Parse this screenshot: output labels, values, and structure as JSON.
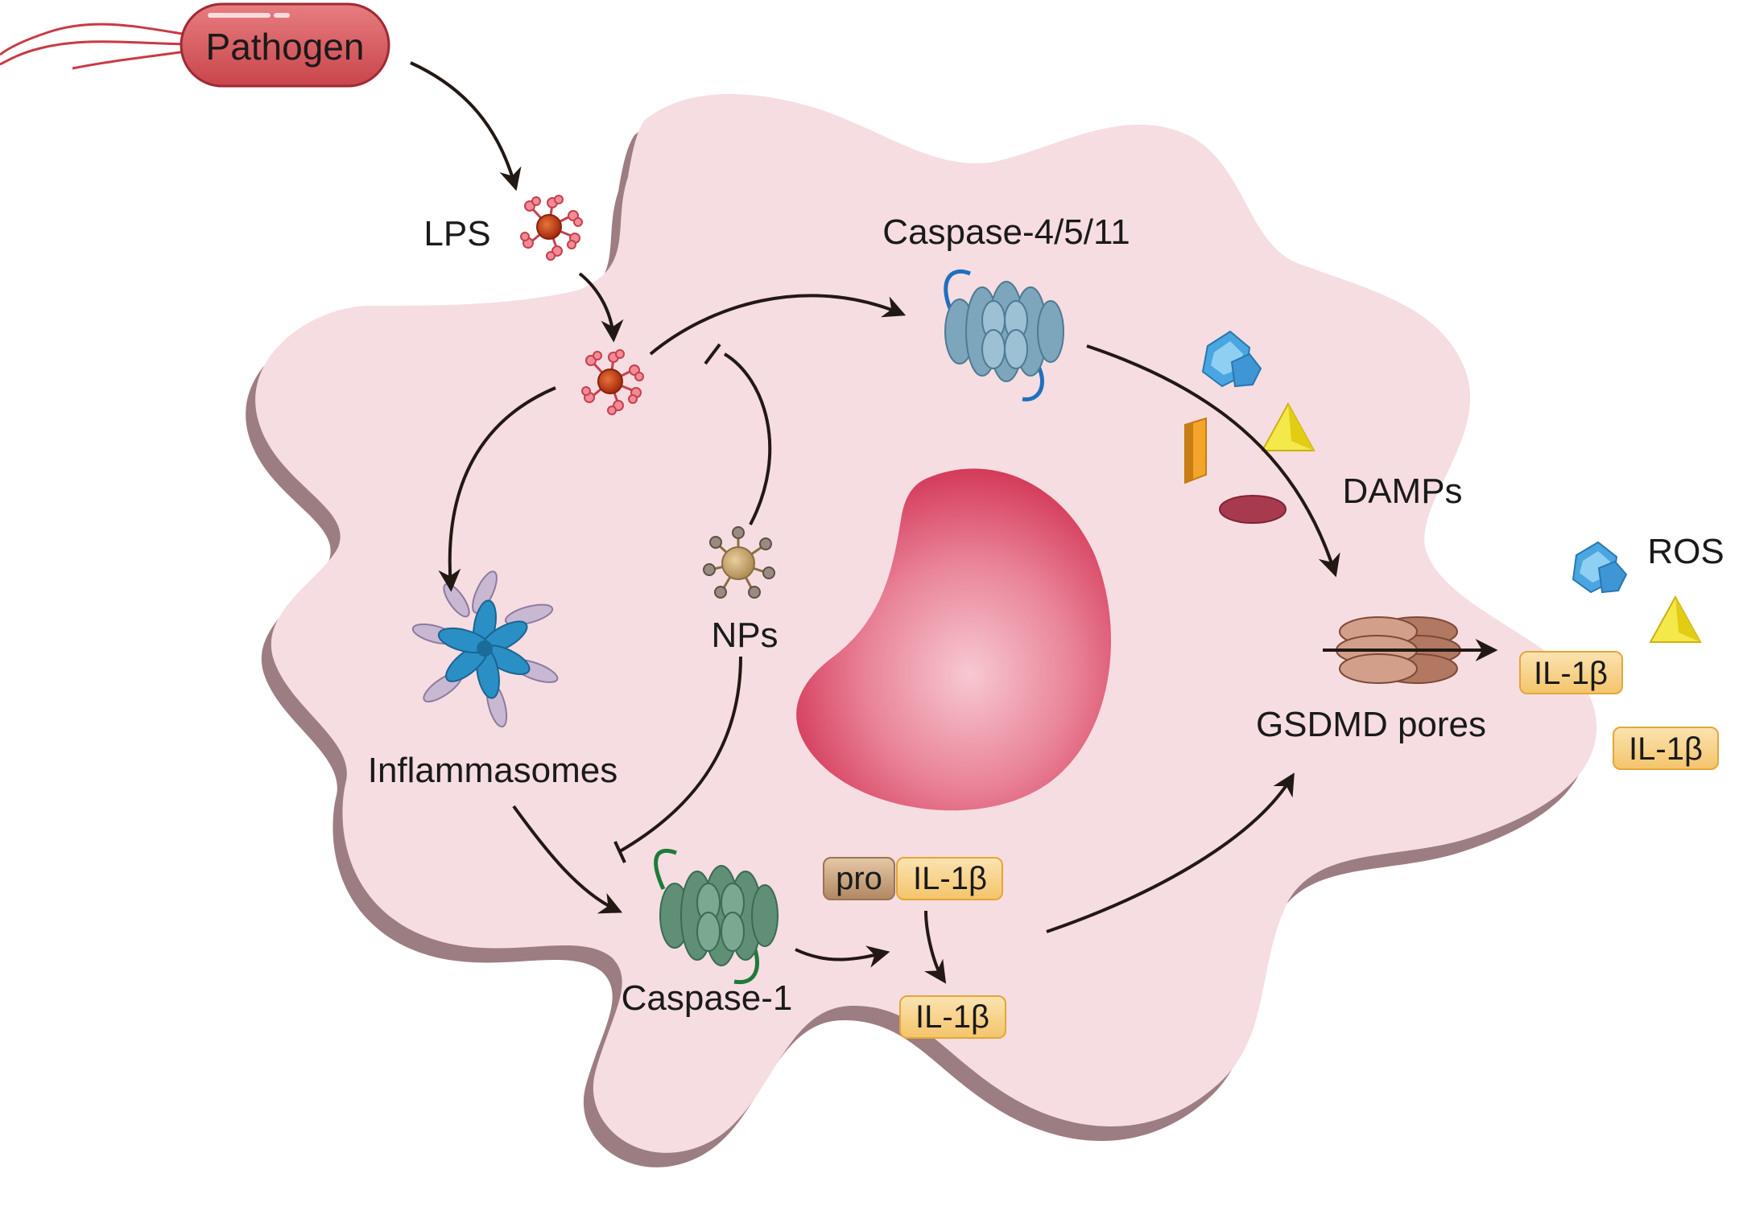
{
  "labels": {
    "pathogen": "Pathogen",
    "lps": "LPS",
    "caspase_4_5_11": "Caspase-4/5/11",
    "damps": "DAMPs",
    "ros": "ROS",
    "gsdmd_pores": "GSDMD pores",
    "inflammasomes": "Inflammasomes",
    "nps": "NPs",
    "caspase_1": "Caspase-1",
    "pro": "pro",
    "il1b_pro": "IL-1β",
    "il1b_cyto": "IL-1β",
    "il1b_out_1": "IL-1β",
    "il1b_out_2": "IL-1β"
  }
}
